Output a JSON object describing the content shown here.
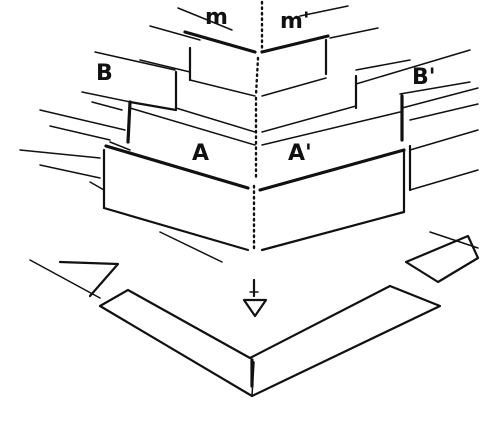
{
  "labels": {
    "m": "m",
    "m_prime": "m'",
    "b": "B",
    "b_prime": "B'",
    "a": "A",
    "a_prime": "A'"
  },
  "colors": {
    "ink": "#111111",
    "paper": "#ffffff"
  }
}
